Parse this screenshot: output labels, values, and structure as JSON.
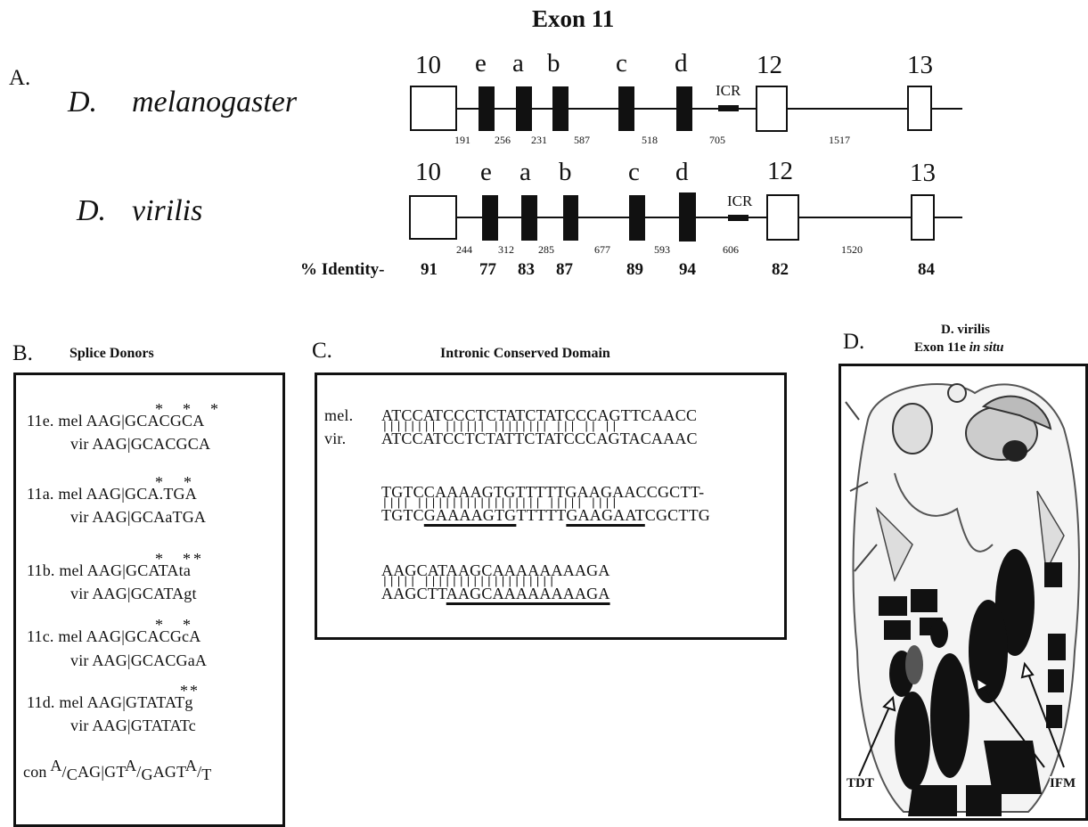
{
  "title": "Exon 11",
  "panelA": {
    "label": "A.",
    "species": [
      {
        "genus": "D.",
        "name": "melanogaster",
        "exon_labels": [
          "10",
          "e",
          "a",
          "b",
          "c",
          "d",
          "12",
          "13"
        ],
        "icr_label": "ICR",
        "intron_sizes": [
          "191",
          "256",
          "231",
          "587",
          "518",
          "705",
          "1517"
        ]
      },
      {
        "genus": "D.",
        "name": "virilis",
        "exon_labels": [
          "10",
          "e",
          "a",
          "b",
          "c",
          "d",
          "12",
          "13"
        ],
        "icr_label": "ICR",
        "intron_sizes": [
          "244",
          "312",
          "285",
          "677",
          "593",
          "606",
          "1520"
        ]
      }
    ],
    "identity_label": "% Identity-",
    "identity_values": [
      "91",
      "77",
      "83",
      "87",
      "89",
      "94",
      "82",
      "84"
    ]
  },
  "panelB": {
    "label": "B.",
    "title": "Splice Donors",
    "entries": [
      {
        "id": "11e.",
        "mel": "AAG|GCACGCA",
        "vir": "AAG|GCACGCA"
      },
      {
        "id": "11a.",
        "mel": "AAG|GCA.TGA",
        "vir": "AAG|GCAaTGA"
      },
      {
        "id": "11b.",
        "mel": "AAG|GCATAta",
        "vir": "AAG|GCATAgt"
      },
      {
        "id": "11c.",
        "mel": "AAG|GCACGcA",
        "vir": "AAG|GCACGaA"
      },
      {
        "id": "11d.",
        "mel": "AAG|GTATATg",
        "vir": "AAG|GTATATc"
      }
    ],
    "mel_label": "mel",
    "vir_label": "vir",
    "consensus_label": "con",
    "star": "*"
  },
  "panelC": {
    "label": "C.",
    "title": "Intronic Conserved Domain",
    "mel_label": "mel.",
    "vir_label": "vir.",
    "blocks": [
      {
        "mel": "ATCCATCCCTCTATCTATCCCAGTTCAACC",
        "vir": "ATCCATCCTCTATTCTATCCCAGTACAAAC"
      },
      {
        "mel": "TGTCCAAAAGTGTTTTTGAAGAACCGCTT-",
        "vir_parts": [
          "TGTC",
          "GAAAAGTG",
          "TTTTT",
          "GAAGAAT",
          "CGCTTG"
        ]
      },
      {
        "mel": "AAGCATAAGCAAAAAAAAGA",
        "vir_parts": [
          "AAGCTT",
          "AAGCAAAAAAAAGA"
        ]
      }
    ]
  },
  "panelD": {
    "label": "D.",
    "title_line1": "D. virilis",
    "title_line2_a": "Exon 11e ",
    "title_line2_b": "in situ",
    "callout_left": "TDT",
    "callout_right": "IFM"
  }
}
